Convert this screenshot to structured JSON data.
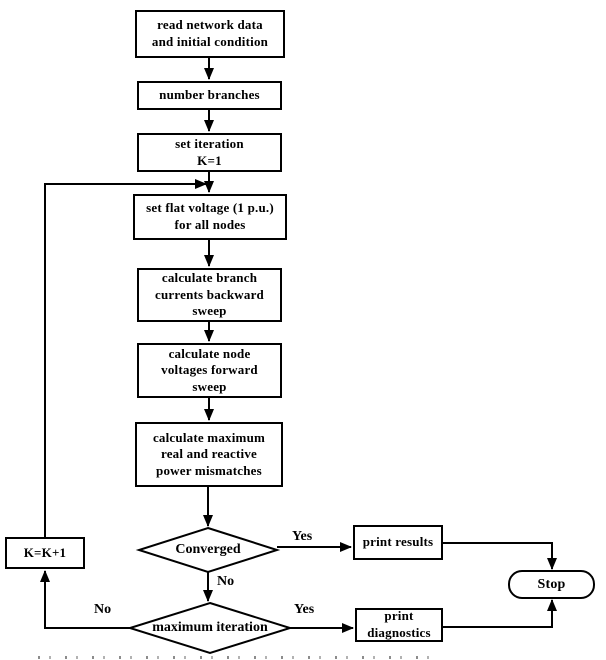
{
  "diagram": {
    "title": "load flow backward forward sweep flowchart",
    "colors": {
      "stroke": "#000000",
      "fill": "#ffffff"
    },
    "nodes": {
      "read_data": {
        "label": "read network data\nand initial condition",
        "type": "process"
      },
      "number_branches": {
        "label": "number branches",
        "type": "process"
      },
      "set_iteration": {
        "label": "set iteration\nK=1",
        "type": "process"
      },
      "set_flat_voltage": {
        "label": "set flat voltage (1 p.u.)\nfor all nodes",
        "type": "process"
      },
      "calc_currents": {
        "label": "calculate branch\ncurrents backward\nsweep",
        "type": "process"
      },
      "calc_voltages": {
        "label": "calculate node\nvoltages forward\nsweep",
        "type": "process"
      },
      "calc_mismatches": {
        "label": "calculate maximum\nreal and reactive\npower mismatches",
        "type": "process"
      },
      "converged": {
        "label": "Converged",
        "type": "decision"
      },
      "max_iteration": {
        "label": "maximum iteration",
        "type": "decision"
      },
      "k_increment": {
        "label": "K=K+1",
        "type": "process"
      },
      "print_results": {
        "label": "print results",
        "type": "process"
      },
      "print_diagnostics": {
        "label": "print\ndiagnostics",
        "type": "process"
      },
      "stop": {
        "label": "Stop",
        "type": "terminator"
      }
    },
    "edge_labels": {
      "converged_yes": "Yes",
      "converged_no": "No",
      "max_iteration_yes": "Yes",
      "max_iteration_no": "No"
    }
  }
}
